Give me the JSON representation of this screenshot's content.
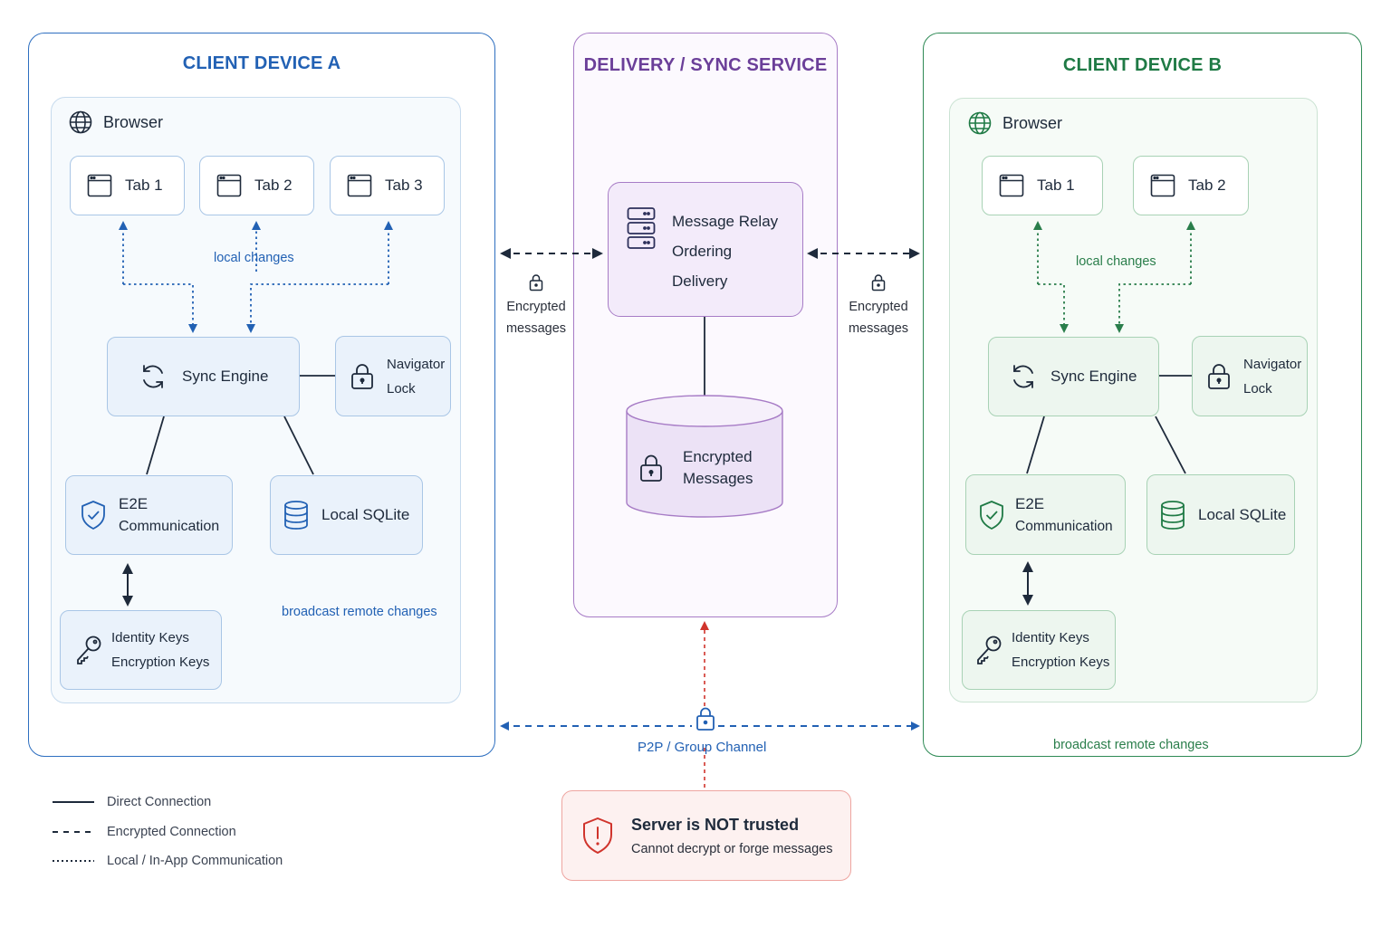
{
  "colors": {
    "device_a": "#2261b4",
    "service": "#6b3f99",
    "device_b": "#1f7a45",
    "danger": "#d0342c",
    "ink": "#1e2a3b"
  },
  "device_a": {
    "title": "CLIENT DEVICE A",
    "browser_label": "Browser",
    "tabs": [
      "Tab 1",
      "Tab 2",
      "Tab 3"
    ],
    "local_changes": "local changes",
    "sync_engine": "Sync Engine",
    "navigator_lock": [
      "Navigator",
      "Lock"
    ],
    "e2e": [
      "E2E",
      "Communication"
    ],
    "sqlite": "Local SQLite",
    "keys": [
      "Identity Keys",
      "Encryption Keys"
    ],
    "broadcast": "broadcast remote changes"
  },
  "service": {
    "title": "DELIVERY / SYNC SERVICE",
    "relay": [
      "Message Relay",
      "Ordering",
      "Delivery"
    ],
    "store": [
      "Encrypted",
      "Messages"
    ]
  },
  "device_b": {
    "title": "CLIENT DEVICE B",
    "browser_label": "Browser",
    "tabs": [
      "Tab 1",
      "Tab 2"
    ],
    "local_changes": "local changes",
    "sync_engine": "Sync Engine",
    "navigator_lock": [
      "Navigator",
      "Lock"
    ],
    "e2e": [
      "E2E",
      "Communication"
    ],
    "sqlite": "Local SQLite",
    "keys": [
      "Identity Keys",
      "Encryption Keys"
    ],
    "broadcast": "broadcast remote changes"
  },
  "links": {
    "encrypted_left": [
      "Encrypted",
      "messages"
    ],
    "encrypted_right": [
      "Encrypted",
      "messages"
    ],
    "p2p": "P2P / Group Channel"
  },
  "trust": {
    "title": "Server is NOT trusted",
    "subtitle": "Cannot decrypt or forge messages"
  },
  "legend": [
    "Direct Connection",
    "Encrypted Connection",
    "Local / In-App Communication"
  ]
}
